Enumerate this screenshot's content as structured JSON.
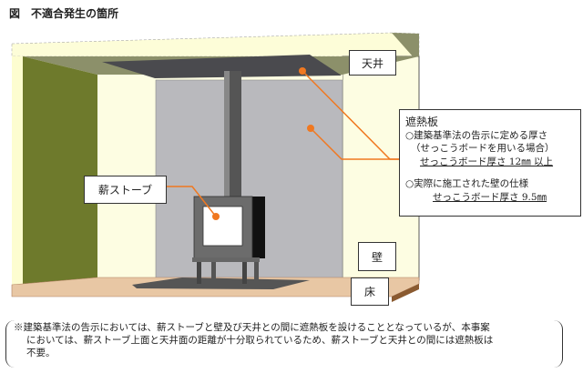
{
  "title": "図　不適合発生の箇所",
  "labels": {
    "ceiling": "天井",
    "stove": "薪ストーブ",
    "wall": "壁",
    "floor": "床"
  },
  "shield_box": {
    "heading": "遮熱板",
    "line1": "○建築基準法の告示に定める厚さ",
    "line2": "（せっこうボードを用いる場合）",
    "line3": "せっこうボード厚さ 12㎜ 以上",
    "line4": "○実際に施工された壁の仕様",
    "line5": "せっこうボード厚さ 9.5㎜"
  },
  "note": {
    "line1": "※建築基準法の告示においては、薪ストーブと壁及び天井との間に遮熱板を設けることとなっているが、本事案",
    "line2": "においては、薪ストーブ上面と天井面の距離が十分取られているため、薪ストーブと天井との間には遮熱板は",
    "line3": "不要。"
  },
  "colors": {
    "accent": "#f07820",
    "panel": "#b9b9bd",
    "wall": "#fdfde2",
    "side_wall": "#6e7a2c",
    "floor": "#e8c7a4"
  }
}
